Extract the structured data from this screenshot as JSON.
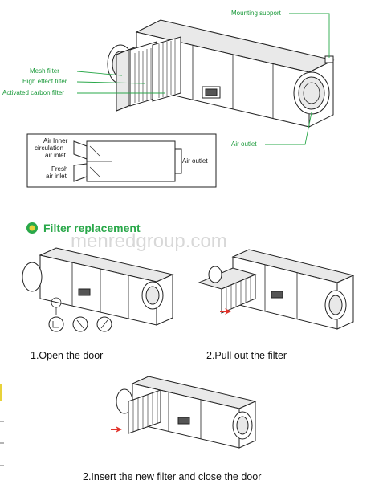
{
  "top_callouts": {
    "mounting_support": "Mounting support",
    "mesh_filter": "Mesh filter",
    "high_effect_filter": "High effect filter",
    "activated_carbon_filter": "Activated carbon filter",
    "air_outlet": "Air outlet"
  },
  "airflow_diagram": {
    "inner_inlet_line1": "Air Inner",
    "inner_inlet_line2": "circulation",
    "inner_inlet_line3": "air inlet",
    "fresh_inlet_line1": "Fresh",
    "fresh_inlet_line2": "air inlet",
    "outlet": "Air outlet"
  },
  "section": {
    "title": "Filter replacement",
    "watermark": "menredgroup.com"
  },
  "steps": {
    "step1": "1.Open the door",
    "step2": "2.Pull out the filter",
    "step3": "2.Insert the new filter and close the door"
  },
  "colors": {
    "accent_green": "#2aa84a",
    "bullet_yellow": "#e8d23a",
    "arrow_red": "#e2332b"
  }
}
